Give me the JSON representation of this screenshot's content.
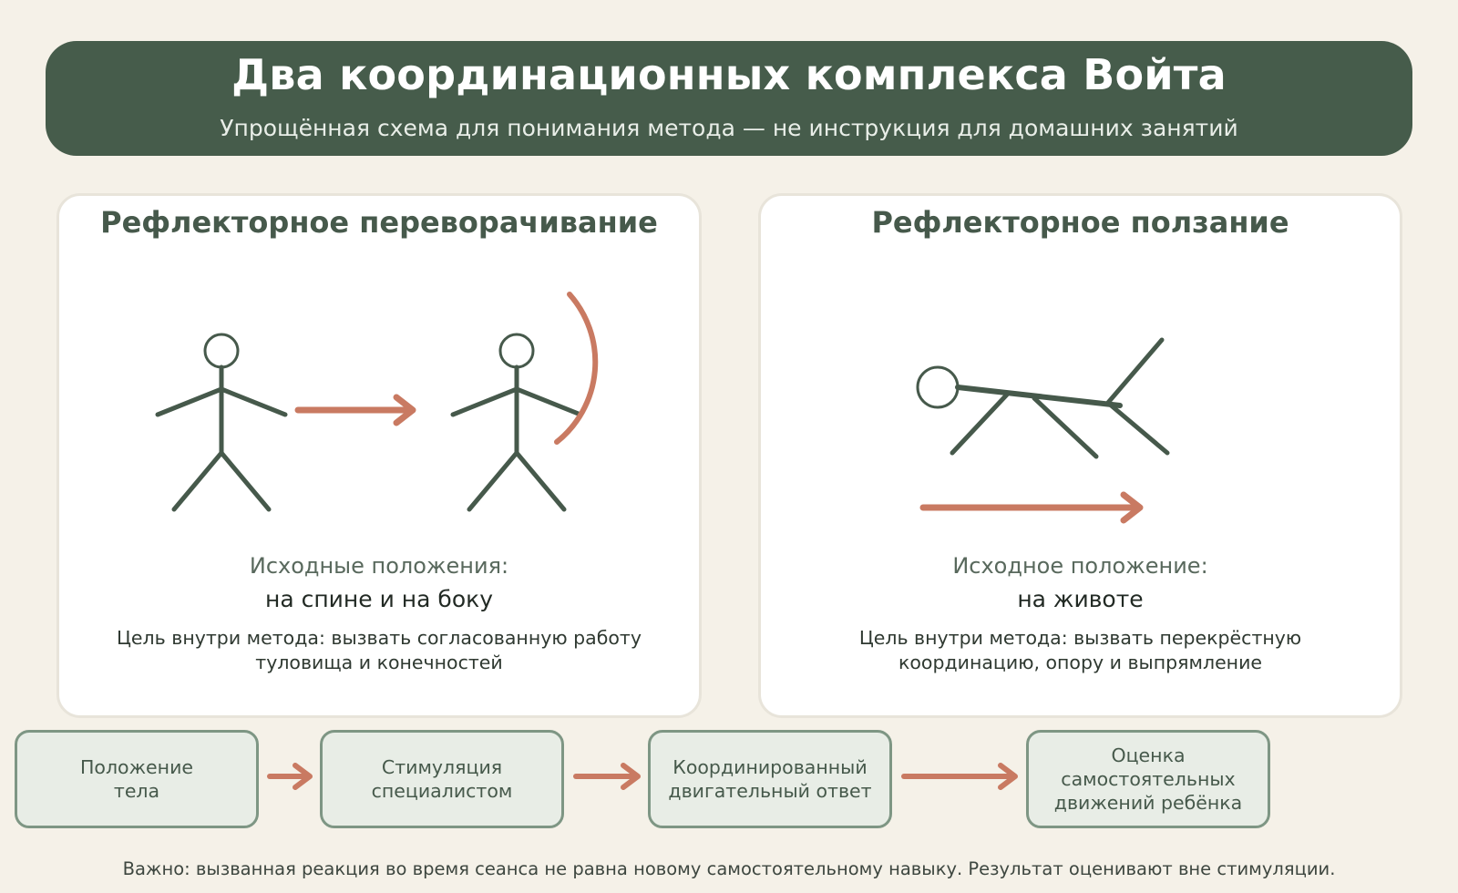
{
  "header": {
    "title": "Два координационных комплекса Войта",
    "subtitle": "Упрощённая схема для понимания метода — не инструкция для домашних занятий"
  },
  "cards": [
    {
      "title": "Рефлекторное переворачивание",
      "position_label": "Исходные положения:",
      "position_value": "на спине и на боку",
      "goal": "Цель внутри метода: вызвать согласованную работу туловища и конечностей"
    },
    {
      "title": "Рефлекторное ползание",
      "position_label": "Исходное положение:",
      "position_value": "на животе",
      "goal": "Цель внутри метода: вызвать перекрёстную координацию, опору и выпрямление"
    }
  ],
  "flow": {
    "steps": [
      {
        "line1": "Положение",
        "line2": "тела"
      },
      {
        "line1": "Стимуляция",
        "line2": "специалистом"
      },
      {
        "line1": "Координированный",
        "line2": "двигательный ответ"
      },
      {
        "line1": "Оценка самостоятельных",
        "line2": "движений ребёнка"
      }
    ]
  },
  "note": "Важно: вызванная реакция во время сеанса не равна новому самостоятельному навыку. Результат оценивают вне стимуляции.",
  "icons": [
    "stick-figure-icon",
    "arrow-right-icon",
    "rotation-arc-icon",
    "crawling-figure-icon"
  ],
  "colors": {
    "primary": "#465c4b",
    "accent": "#c97a62",
    "background": "#f5f1e8",
    "card": "#ffffff",
    "step_fill": "#e8ede6",
    "step_border": "#7e9684"
  }
}
